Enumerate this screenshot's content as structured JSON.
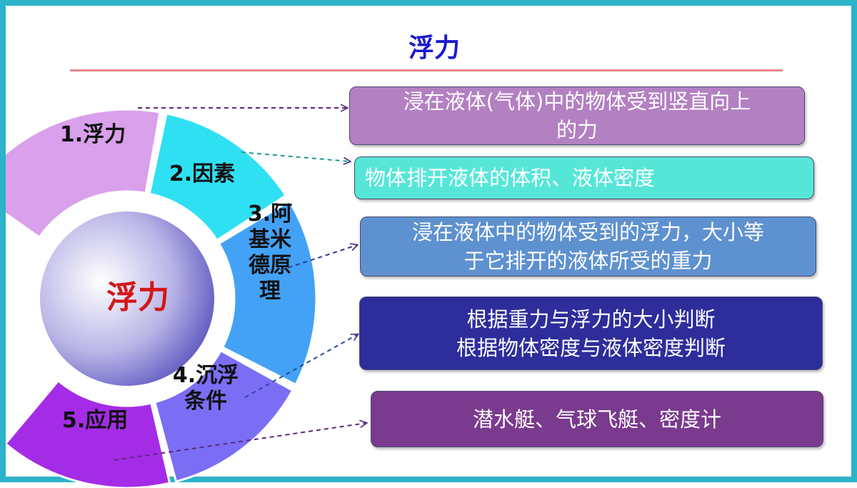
{
  "slide": {
    "title": "浮力",
    "center_label": "浮力",
    "segments": [
      {
        "label": "1.浮力",
        "color": "#d9a0ec"
      },
      {
        "label": "2.因素",
        "color": "#2fe0f3"
      },
      {
        "label": "3.阿\n基米\n德原\n理",
        "color": "#43a2f5"
      },
      {
        "label": "4.沉浮\n条件",
        "color": "#7b6ef5"
      },
      {
        "label": "5.应用",
        "color": "#a42ce6"
      }
    ],
    "boxes": [
      {
        "lines": [
          "浸在液体(气体)中的物体受到竖直向上",
          "的力"
        ],
        "bg": "#b380c2",
        "fg": "#ffffff"
      },
      {
        "lines": [
          "物体排开液体的体积、液体密度"
        ],
        "bg": "#56e6d8",
        "fg": "#ffffff"
      },
      {
        "lines": [
          "浸在液体中的物体受到的浮力，大小等",
          "于它排开的液体所受的重力"
        ],
        "bg": "#5e91cf",
        "fg": "#ffffff"
      },
      {
        "lines": [
          "根据重力与浮力的大小判断",
          "根据物体密度与液体密度判断"
        ],
        "bg": "#2d2d9c",
        "fg": "#ffffff"
      },
      {
        "lines": [
          "潜水艇、气球飞艇、密度计"
        ],
        "bg": "#7a3a8e",
        "fg": "#ffffff"
      }
    ]
  }
}
